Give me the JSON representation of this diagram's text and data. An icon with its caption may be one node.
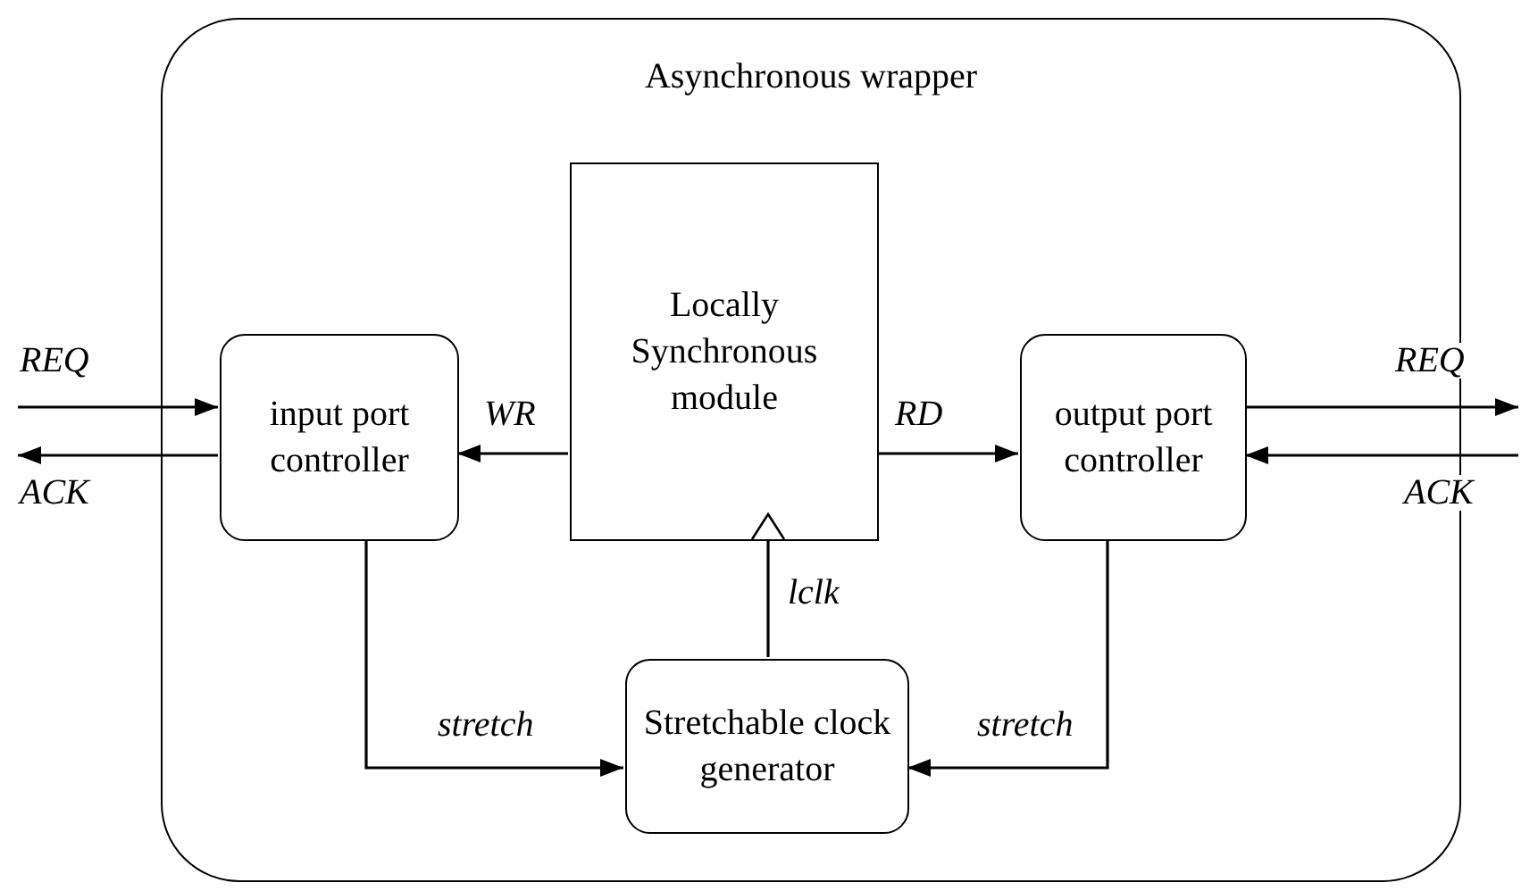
{
  "diagram": {
    "nodes": [
      {
        "text": [
          "Asynchronous wrapper"
        ]
      },
      {
        "text": [
          "Locally Synchronous module"
        ],
        "in": 0
      },
      {
        "text": [
          "input port controller"
        ],
        "in": 0
      },
      {
        "text": [
          "output port controller"
        ],
        "in": 0
      },
      {
        "text": [
          "Stretchable clock generator"
        ],
        "in": 0
      }
    ],
    "edges": [
      {
        "from": null,
        "to": 2,
        "arrow": "to",
        "label": "REQ"
      },
      {
        "from": 2,
        "to": null,
        "arrow": "to",
        "label": "ACK"
      },
      {
        "from": 1,
        "to": 2,
        "arrow": "to",
        "label": "WR"
      },
      {
        "from": 1,
        "to": 3,
        "arrow": "to",
        "label": "RD"
      },
      {
        "from": 3,
        "to": null,
        "arrow": "to",
        "label": "REQ"
      },
      {
        "from": null,
        "to": 3,
        "arrow": "to",
        "label": "ACK"
      },
      {
        "from": 2,
        "to": 4,
        "arrow": "to",
        "label": "stretch"
      },
      {
        "from": 3,
        "to": 4,
        "arrow": "to",
        "label": "stretch"
      },
      {
        "from": 4,
        "to": 1,
        "arrow": "to",
        "label": "lclk"
      }
    ]
  }
}
